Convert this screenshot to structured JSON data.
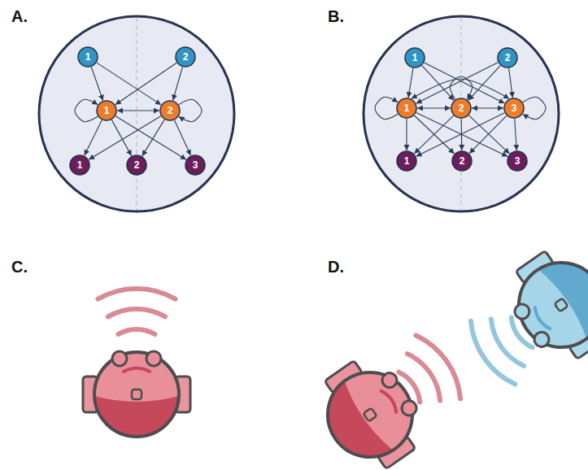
{
  "diagram": {
    "nodes": [
      {
        "text": [
          "1"
        ]
      },
      {
        "text": [
          "2"
        ]
      },
      {
        "text": [
          "1"
        ]
      },
      {
        "text": [
          "2"
        ]
      },
      {
        "text": [
          "1"
        ]
      },
      {
        "text": [
          "2"
        ]
      },
      {
        "text": [
          "3"
        ]
      },
      {
        "text": [
          "1"
        ]
      },
      {
        "text": [
          "2"
        ]
      },
      {
        "text": [
          "1"
        ]
      },
      {
        "text": [
          "2"
        ]
      },
      {
        "text": [
          "3"
        ]
      },
      {
        "text": [
          "1"
        ]
      },
      {
        "text": [
          "2"
        ]
      },
      {
        "text": [
          "3"
        ]
      }
    ],
    "edges": [
      {
        "from": 0,
        "to": 2,
        "arrow": "to"
      },
      {
        "from": 0,
        "to": 3,
        "arrow": "to"
      },
      {
        "from": 1,
        "to": 2,
        "arrow": "to"
      },
      {
        "from": 1,
        "to": 3,
        "arrow": "to"
      },
      {
        "from": 2,
        "to": 2,
        "arrow": "to"
      },
      {
        "from": 3,
        "to": 3,
        "arrow": "to"
      },
      {
        "from": 2,
        "to": 3,
        "arrow": "both"
      },
      {
        "from": 2,
        "to": 4,
        "arrow": "to"
      },
      {
        "from": 2,
        "to": 5,
        "arrow": "to"
      },
      {
        "from": 2,
        "to": 6,
        "arrow": "to"
      },
      {
        "from": 3,
        "to": 4,
        "arrow": "to"
      },
      {
        "from": 3,
        "to": 5,
        "arrow": "to"
      },
      {
        "from": 3,
        "to": 6,
        "arrow": "to"
      },
      {
        "from": 7,
        "to": 9,
        "arrow": "to"
      },
      {
        "from": 7,
        "to": 10,
        "arrow": "to"
      },
      {
        "from": 7,
        "to": 11,
        "arrow": "to"
      },
      {
        "from": 8,
        "to": 9,
        "arrow": "to"
      },
      {
        "from": 8,
        "to": 10,
        "arrow": "to"
      },
      {
        "from": 8,
        "to": 11,
        "arrow": "to"
      },
      {
        "from": 9,
        "to": 9,
        "arrow": "to"
      },
      {
        "from": 10,
        "to": 10,
        "arrow": "to"
      },
      {
        "from": 11,
        "to": 11,
        "arrow": "to"
      },
      {
        "from": 9,
        "to": 10,
        "arrow": "both"
      },
      {
        "from": 10,
        "to": 11,
        "arrow": "both"
      },
      {
        "from": 9,
        "to": 11,
        "arrow": "both"
      },
      {
        "from": 9,
        "to": 12,
        "arrow": "to"
      },
      {
        "from": 9,
        "to": 13,
        "arrow": "to"
      },
      {
        "from": 9,
        "to": 14,
        "arrow": "to"
      },
      {
        "from": 10,
        "to": 12,
        "arrow": "to"
      },
      {
        "from": 10,
        "to": 13,
        "arrow": "to"
      },
      {
        "from": 10,
        "to": 14,
        "arrow": "to"
      },
      {
        "from": 11,
        "to": 12,
        "arrow": "to"
      },
      {
        "from": 11,
        "to": 13,
        "arrow": "to"
      },
      {
        "from": 11,
        "to": 14,
        "arrow": "to"
      }
    ],
    "labels": [
      "A.",
      "B.",
      "C.",
      "D."
    ]
  }
}
